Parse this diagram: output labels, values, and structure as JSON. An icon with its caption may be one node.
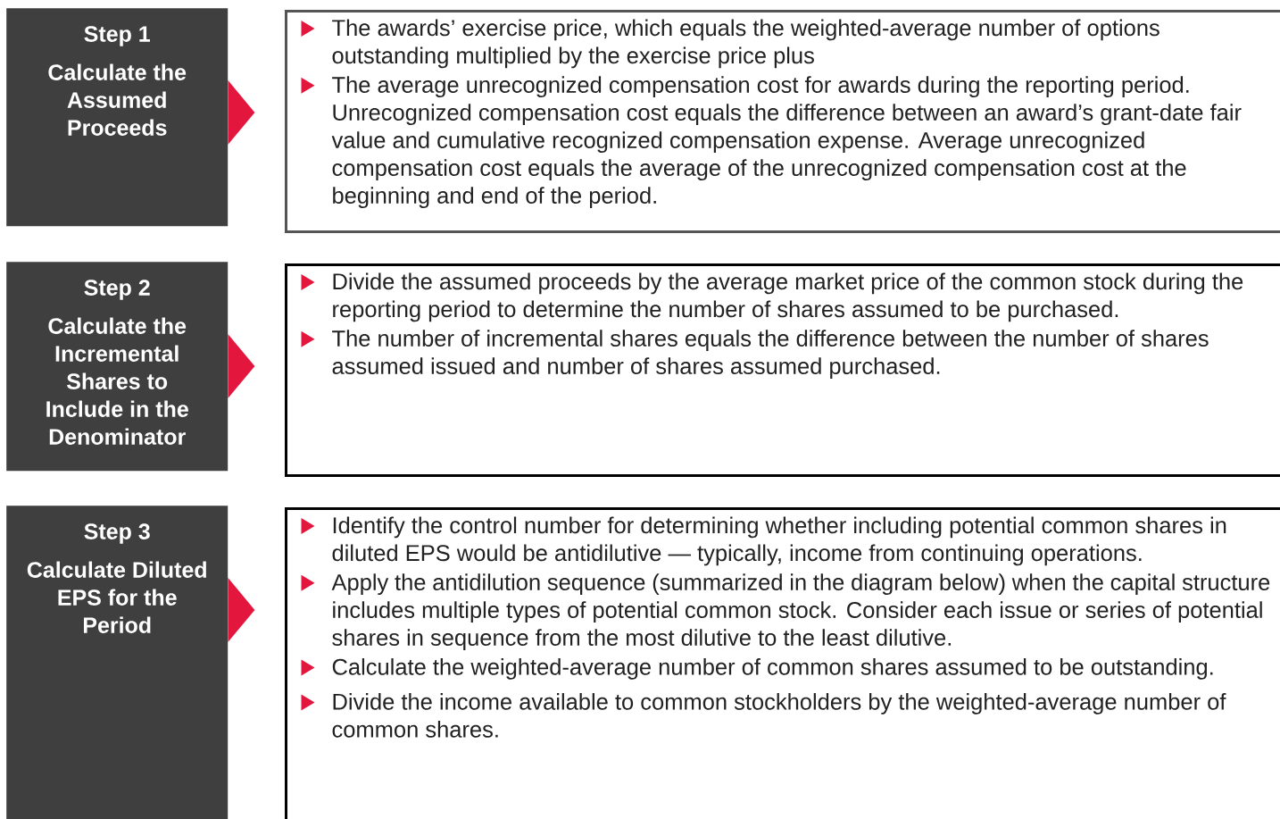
{
  "diagram": {
    "nodes": [
      {
        "text": [
          "Step 1",
          "Calculate the Assumed Proceeds"
        ]
      },
      {
        "text": [
          "The awards’ exercise price, which equals the weighted-average number of options outstanding multiplied by the exercise price plus",
          "The average unrecognized compensation cost for awards during the reporting period. Unrecognized compensation cost equals the difference between an award’s grant-date fair value and cumulative recognized compensation expense. Average unrecognized compensation cost equals the average of the unrecognized compensation cost at the beginning and end of the period."
        ]
      },
      {
        "text": [
          "Step 2",
          "Calculate the Incremental Shares to Include in the Denominator"
        ]
      },
      {
        "text": [
          "Divide the assumed proceeds by the average market price of the common stock during the reporting period to determine the number of shares assumed to be purchased.",
          "The number of incremental shares equals the difference between the number of shares assumed issued and number of shares assumed purchased."
        ]
      },
      {
        "text": [
          "Step 3",
          "Calculate Diluted EPS for the Period"
        ]
      },
      {
        "text": [
          "Identify the control number for determining whether including potential common shares in diluted EPS would be antidilutive — typically, income from continuing operations.",
          "Apply the antidilution sequence (summarized in the diagram below) when the capital structure includes multiple types of potential common stock. Consider each issue or series of potential shares in sequence from the most dilutive to the least dilutive.",
          "Calculate the weighted-average number of common shares assumed to be outstanding.",
          "Divide the income available to common stockholders by the weighted-average number of common shares."
        ]
      }
    ],
    "edges": [
      {
        "from": 0,
        "to": 1,
        "arrow": "to"
      },
      {
        "from": 2,
        "to": 3,
        "arrow": "to"
      },
      {
        "from": 4,
        "to": 5,
        "arrow": "to"
      }
    ]
  }
}
